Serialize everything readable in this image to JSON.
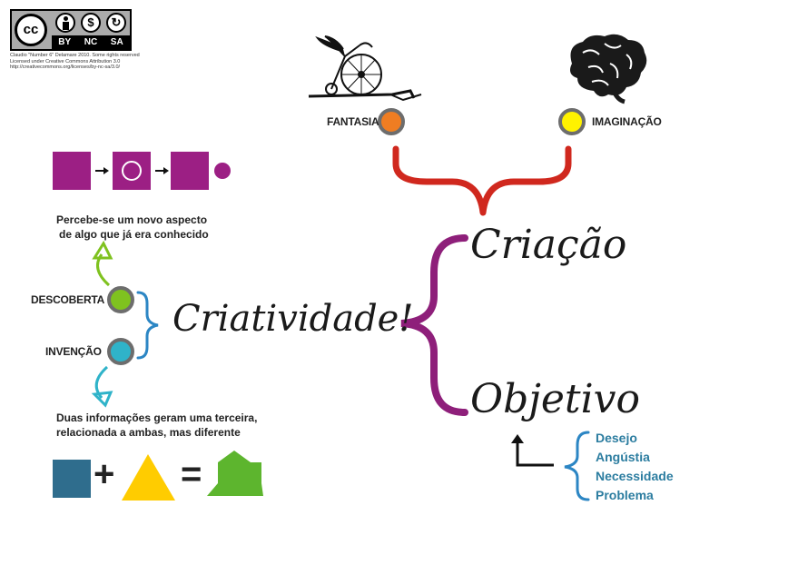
{
  "license": {
    "badge_main": "cc",
    "badge_terms": [
      "BY",
      "NC",
      "SA"
    ],
    "lines": [
      "Claudio \"Number 6\" Delamare 2010. Some rights reserved",
      "Licensed under Creative Commons Attribution 3.0",
      "http://creativecommons.org/licenses/by-nc-sa/3.0/"
    ]
  },
  "top": {
    "fantasia_label": "FANTASIA",
    "imaginacao_label": "IMAGINAÇÃO",
    "fantasia_color": "#ef7d22",
    "imaginacao_color": "#fff200"
  },
  "center": {
    "title": "Criatividade!",
    "criacao": "Criação",
    "objetivo": "Objetivo",
    "brace_color": "#8e1f7a",
    "top_brace_color": "#d0281e"
  },
  "left": {
    "descoberta_label": "DESCOBERTA",
    "invencao_label": "INVENÇÃO",
    "descoberta_color": "#7fc21f",
    "invencao_color": "#2fb3c9",
    "descoberta_note": [
      "Percebe-se um novo aspecto",
      "de algo que já era conhecido"
    ],
    "invencao_note": [
      "Duas informações geram uma terceira,",
      "relacionada a ambas, mas diferente"
    ],
    "shape_purple": "#9c1f84",
    "shape_blue": "#2f6d8d",
    "shape_yellow": "#ffcc00",
    "shape_green": "#5db52e",
    "plus": "+",
    "equals": "="
  },
  "objetivo_items": [
    "Desejo",
    "Angústia",
    "Necessidade",
    "Problema"
  ]
}
